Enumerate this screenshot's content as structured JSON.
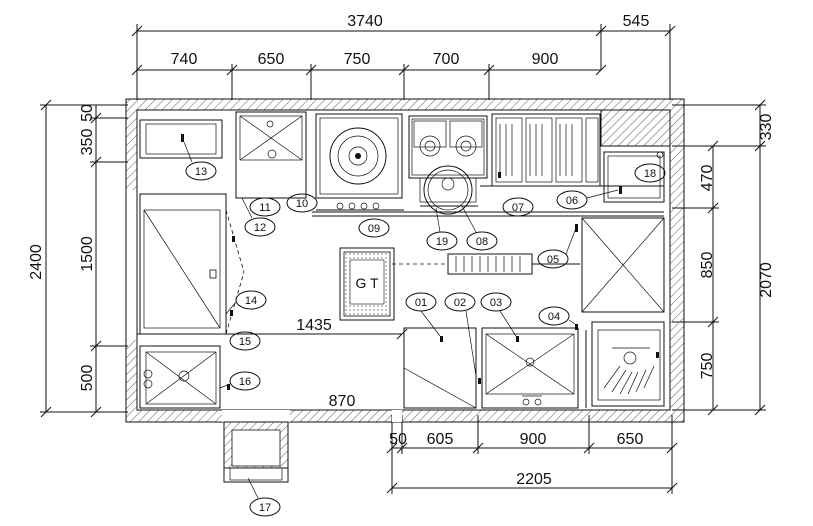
{
  "dimensions": {
    "top_total": "3740",
    "top_right": "545",
    "top_segments": [
      "740",
      "650",
      "750",
      "700",
      "900"
    ],
    "left_outer": "2400",
    "left_top_a": "350",
    "left_top_b": "50",
    "left_mid": "1500",
    "left_bottom": "500",
    "right_330": "330",
    "right_470": "470",
    "right_850": "850",
    "right_750": "750",
    "right_2070": "2070",
    "inner_1435": "1435",
    "inner_870": "870",
    "bottom_segments": [
      "50",
      "605",
      "900",
      "650"
    ],
    "bottom_total": "2205"
  },
  "equipment_tags": [
    "01",
    "02",
    "03",
    "04",
    "05",
    "06",
    "07",
    "08",
    "09",
    "10",
    "11",
    "12",
    "13",
    "14",
    "15",
    "16",
    "17",
    "18",
    "19"
  ],
  "island_label": "G T"
}
